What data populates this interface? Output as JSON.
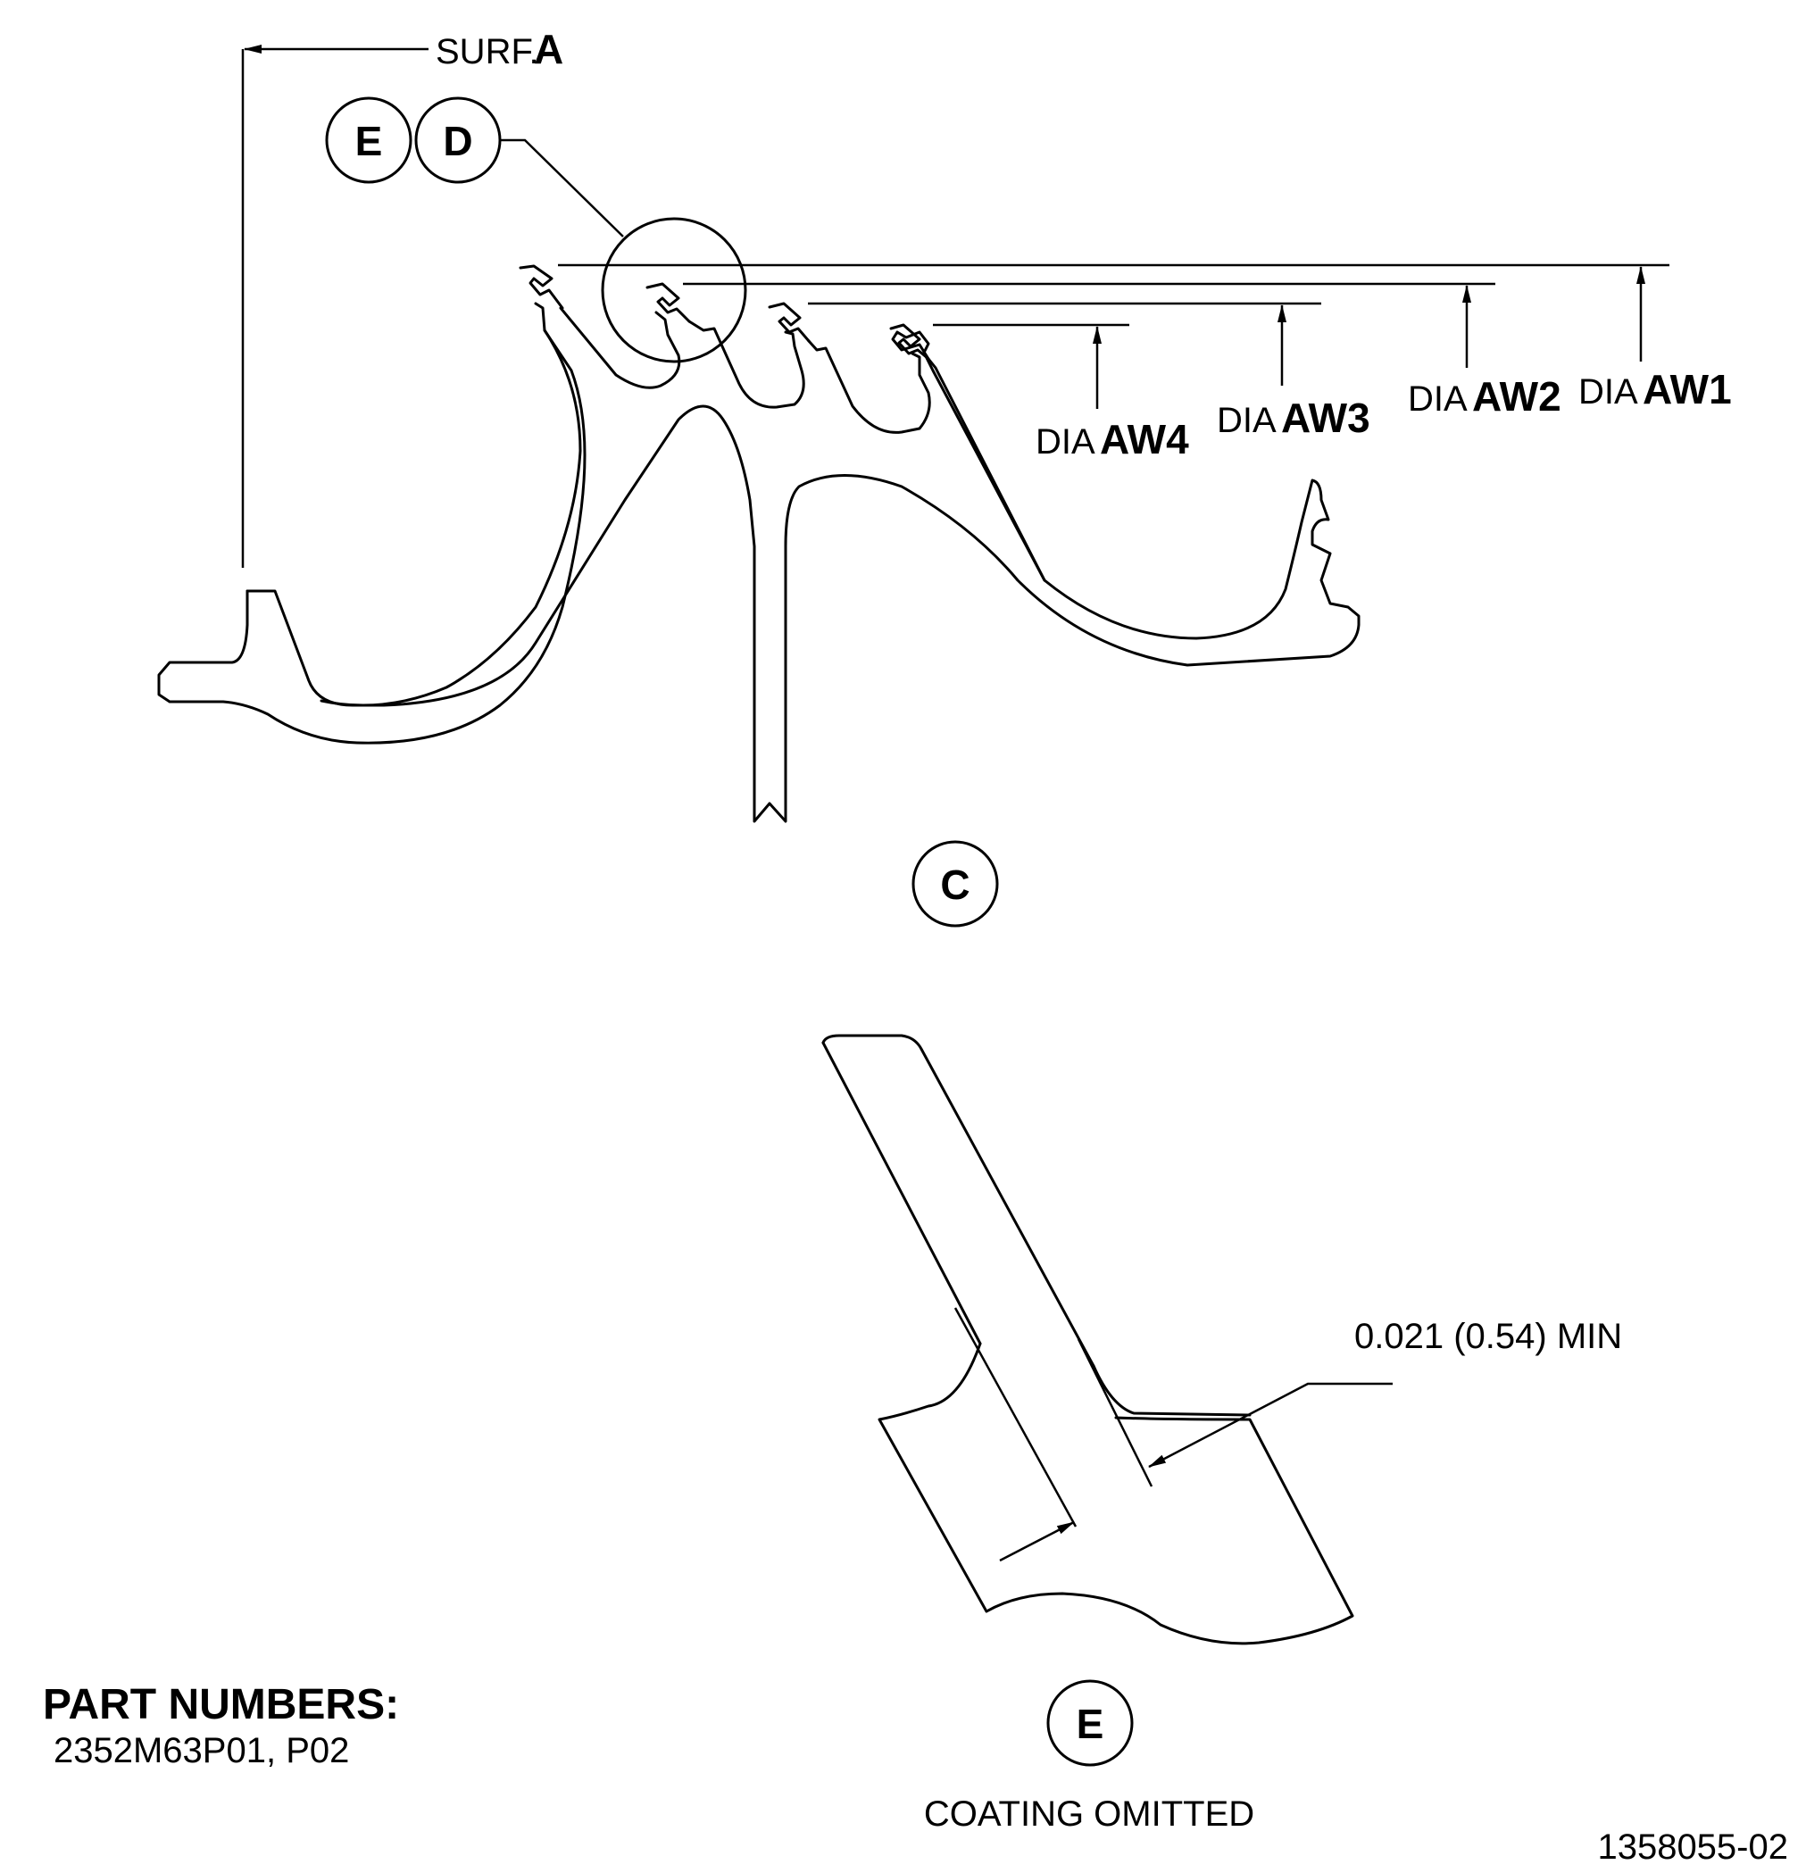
{
  "surface": {
    "prefix": "SURF.",
    "letter": "A"
  },
  "bubbles": {
    "e_top": "E",
    "d_top": "D",
    "c": "C",
    "e_bottom": "E"
  },
  "diameters": [
    {
      "prefix": "DIA",
      "code": "AW1"
    },
    {
      "prefix": "DIA",
      "code": "AW2"
    },
    {
      "prefix": "DIA",
      "code": "AW3"
    },
    {
      "prefix": "DIA",
      "code": "AW4"
    }
  ],
  "detail_e": {
    "dimension": "0.021 (0.54) MIN",
    "caption": "COATING OMITTED"
  },
  "part_numbers": {
    "heading": "PART NUMBERS:",
    "value": "2352M63P01, P02"
  },
  "drawing_number": "1358055-02"
}
